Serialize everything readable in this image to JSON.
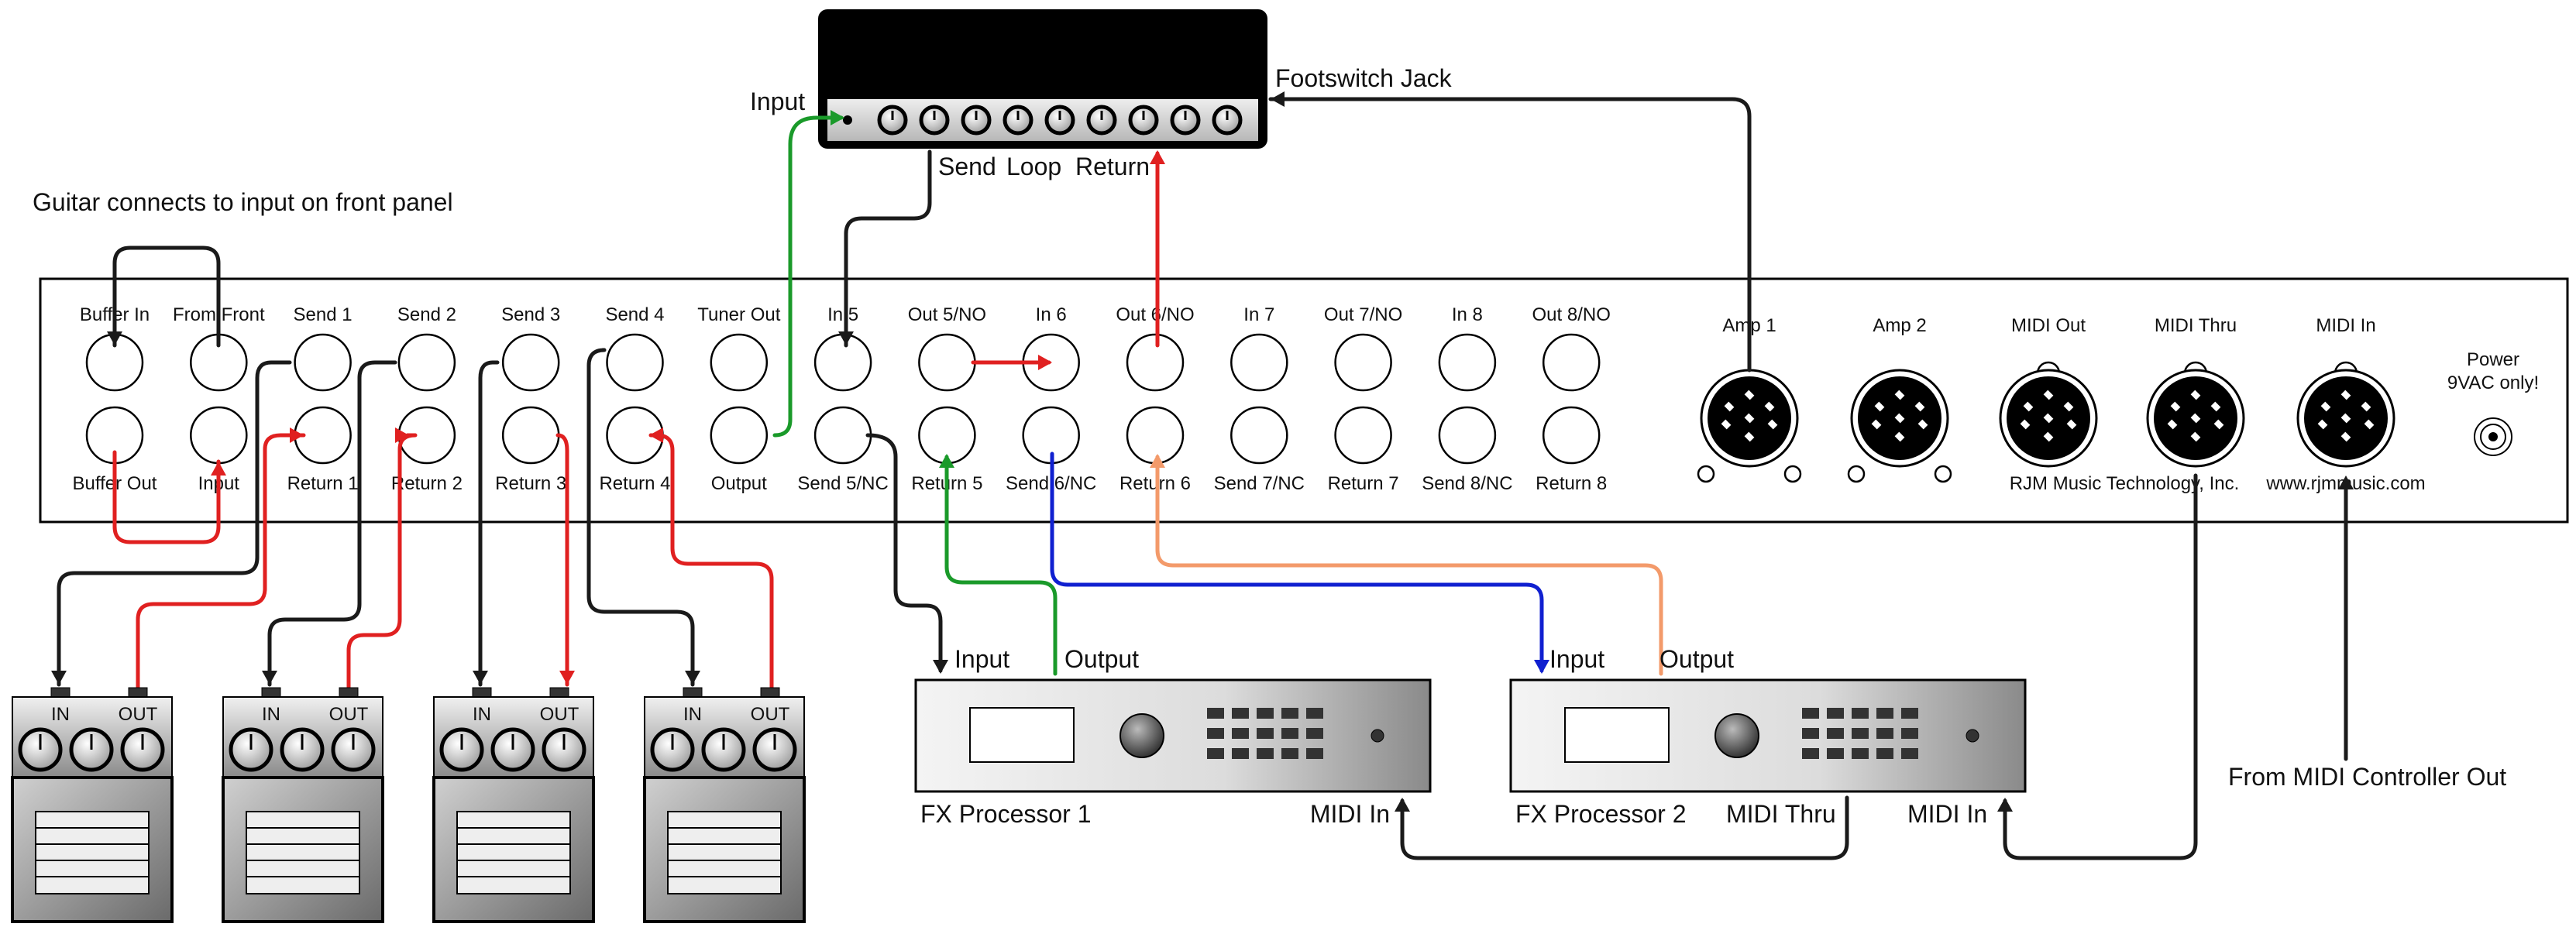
{
  "amp": {
    "input_label": "Input",
    "footswitch_label": "Footswitch Jack",
    "send_label": "Send",
    "loop_label": "Loop",
    "return_label": "Return"
  },
  "note": "Guitar connects to input on front panel",
  "unit": {
    "top_labels": [
      "Buffer In",
      "From Front",
      "Send 1",
      "Send 2",
      "Send 3",
      "Send 4",
      "Tuner Out",
      "In 5",
      "Out 5/NO",
      "In 6",
      "Out 6/NO",
      "In 7",
      "Out 7/NO",
      "In 8",
      "Out 8/NO"
    ],
    "bottom_labels": [
      "Buffer Out",
      "Input",
      "Return 1",
      "Return 2",
      "Return 3",
      "Return 4",
      "Output",
      "Send 5/NC",
      "Return 5",
      "Send 6/NC",
      "Return 6",
      "Send 7/NC",
      "Return 7",
      "Send 8/NC",
      "Return 8"
    ],
    "din_labels": [
      "Amp 1",
      "Amp 2",
      "MIDI Out",
      "MIDI Thru",
      "MIDI In"
    ],
    "power_label": "Power",
    "power_note": "9VAC only!",
    "brand": "RJM Music Technology, Inc.",
    "url": "www.rjmmusic.com"
  },
  "pedals": [
    {
      "in": "IN",
      "out": "OUT"
    },
    {
      "in": "IN",
      "out": "OUT"
    },
    {
      "in": "IN",
      "out": "OUT"
    },
    {
      "in": "IN",
      "out": "OUT"
    }
  ],
  "fx": [
    {
      "name": "FX Processor 1",
      "input": "Input",
      "output": "Output",
      "midi_in": "MIDI In"
    },
    {
      "name": "FX Processor 2",
      "input": "Input",
      "output": "Output",
      "midi_thru": "MIDI Thru",
      "midi_in": "MIDI In"
    }
  ],
  "midi_controller": "From MIDI Controller Out",
  "colors": {
    "black": "#1a1a1a",
    "red": "#e02020",
    "green": "#1a9a2a",
    "blue": "#1020d0",
    "orange": "#f39a6a"
  }
}
